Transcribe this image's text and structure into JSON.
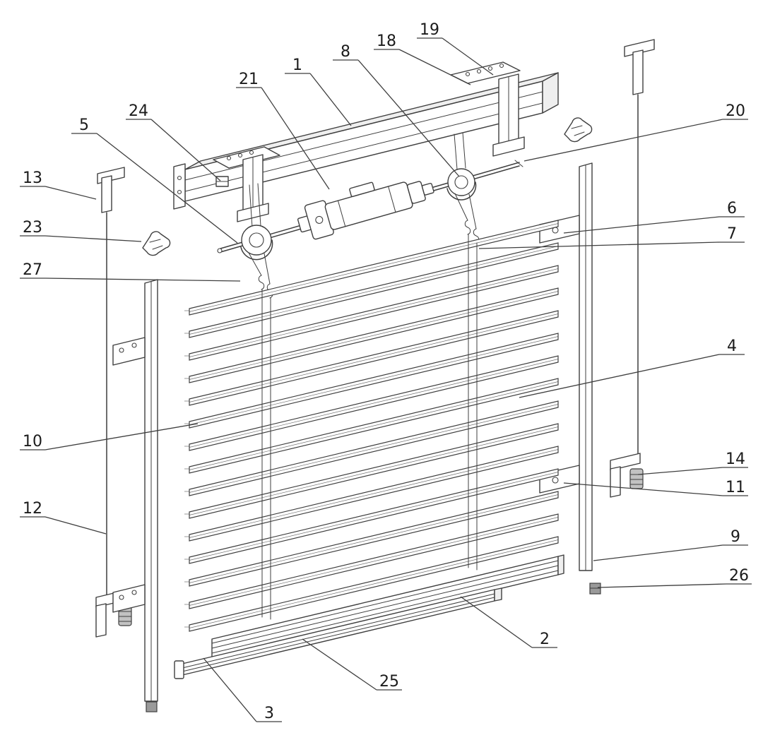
{
  "figure": {
    "colors": {
      "background": "#ffffff",
      "line": "#3f3f3f",
      "text": "#1b1b1b"
    },
    "slat_count": 15,
    "callouts": [
      {
        "number": "19"
      },
      {
        "number": "18"
      },
      {
        "number": "8"
      },
      {
        "number": "1"
      },
      {
        "number": "21"
      },
      {
        "number": "24"
      },
      {
        "number": "5"
      },
      {
        "number": "13"
      },
      {
        "number": "23"
      },
      {
        "number": "27"
      },
      {
        "number": "10"
      },
      {
        "number": "12"
      },
      {
        "number": "20"
      },
      {
        "number": "6"
      },
      {
        "number": "7"
      },
      {
        "number": "4"
      },
      {
        "number": "14"
      },
      {
        "number": "11"
      },
      {
        "number": "9"
      },
      {
        "number": "26"
      },
      {
        "number": "2"
      },
      {
        "number": "25"
      },
      {
        "number": "3"
      }
    ]
  }
}
